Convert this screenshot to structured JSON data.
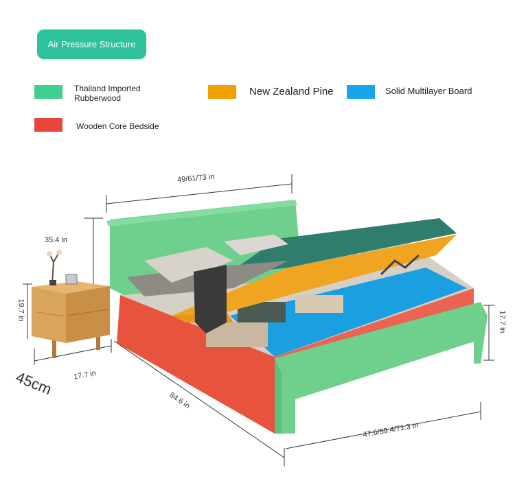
{
  "badge": {
    "label": "Air Pressure Structure",
    "color": "#2ec29c"
  },
  "legend": [
    {
      "label": "Thailand Imported Rubberwood",
      "color": "#3fcf8e"
    },
    {
      "label": "New Zealand Pine",
      "color": "#f0a000"
    },
    {
      "label": "Solid Multilayer Board",
      "color": "#17a6e8"
    },
    {
      "label": "Wooden Core Bedside",
      "color": "#e8453c"
    }
  ],
  "dimensions": {
    "bed_width_top": "49/61/73 in",
    "headboard_height": "35.4 in",
    "nightstand_height": "19.7 in",
    "nightstand_depth": "17.7 in",
    "nightstand_width_cm": "45cm",
    "bed_length": "84.6 in",
    "bed_width_bottom": "47.6/59.4/71.3 in",
    "footboard_height": "17.7 in"
  }
}
